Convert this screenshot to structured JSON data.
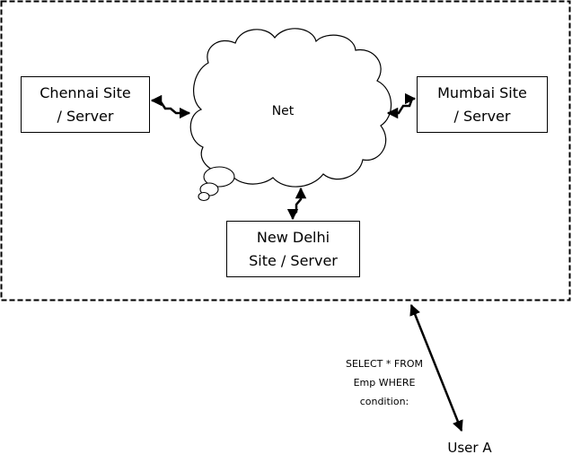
{
  "sites": {
    "chennai": [
      "Chennai Site",
      "/ Server"
    ],
    "mumbai": [
      "Mumbai Site",
      "/ Server"
    ],
    "delhi": [
      "New Delhi",
      "Site / Server"
    ]
  },
  "network": {
    "label": "Net"
  },
  "query": {
    "lines": [
      "SELECT * FROM",
      "Emp WHERE",
      "condition:"
    ]
  },
  "user": {
    "label": "User A"
  }
}
